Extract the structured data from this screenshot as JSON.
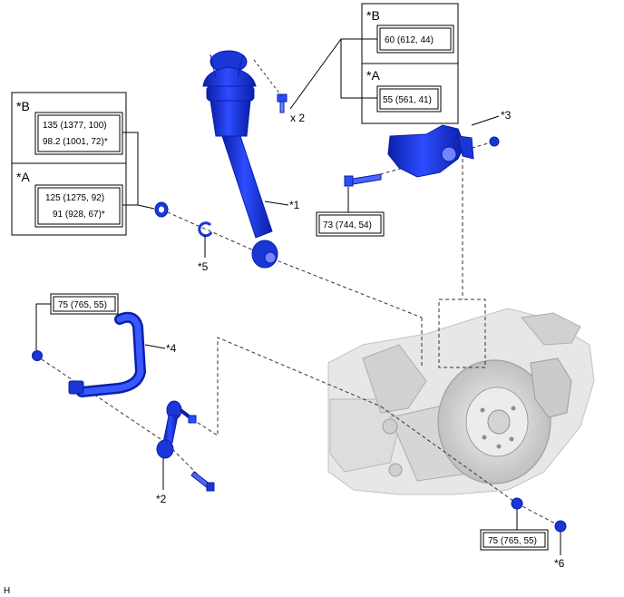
{
  "spec_groups": [
    {
      "variant_b": {
        "label": "*B",
        "values": [
          "135 (1377, 100)",
          "98.2 (1001, 72)*"
        ]
      },
      "variant_a": {
        "label": "*A",
        "values": [
          "125 (1275, 92)",
          "91 (928, 67)*"
        ]
      }
    },
    {
      "variant_b": {
        "label": "*B",
        "values": [
          "60 (612, 44)"
        ]
      },
      "variant_a": {
        "label": "*A",
        "values": [
          "55 (561, 41)"
        ]
      }
    }
  ],
  "torque_boxes": {
    "bracket_bolt": "73 (744, 54)",
    "stabilizer_bar_nut": "75 (765, 55)",
    "link_lower_nut": "75 (765, 55)"
  },
  "bolt_quantity": "x 2",
  "callouts": {
    "shock_absorber": "*1",
    "stabilizer_link": "*2",
    "upper_bracket": "*3",
    "stabilizer_bar": "*4",
    "clip": "*5",
    "lock_nut": "*6"
  },
  "figure_code": "H",
  "colors": {
    "part_blue": "#1f3fe0",
    "part_blue_dark": "#0a1fa8",
    "part_blue_light": "#6f86ff",
    "assembly_gray": "#d8d8d8"
  }
}
